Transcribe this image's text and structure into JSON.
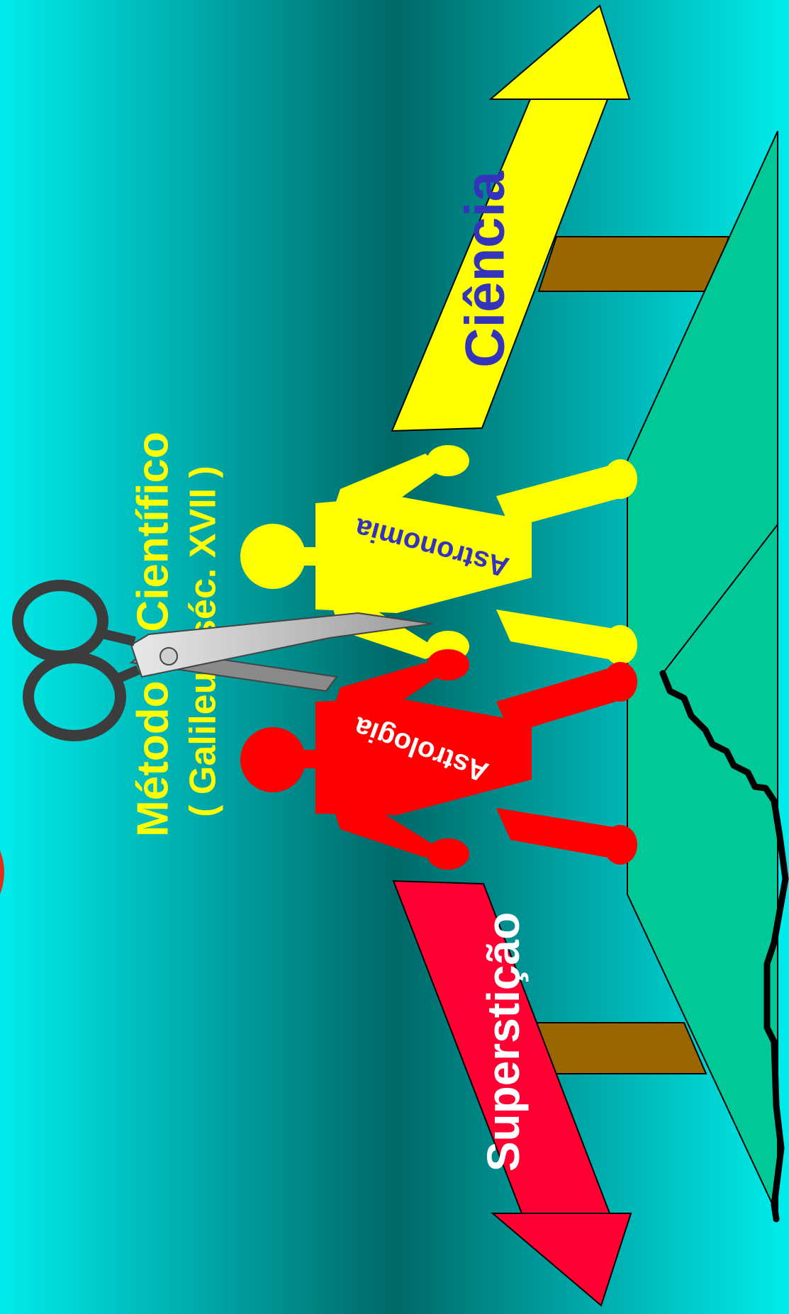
{
  "colors": {
    "background_edge": "#00ECEC",
    "background_center": "#006868",
    "science_arrow": "#FFFF00",
    "superstition_arrow": "#FF0033",
    "platform": "#00C896",
    "posts": "#996600",
    "astronomy_figure": "#FFFF00",
    "astrology_figure": "#FF0000",
    "label_text_blue": "#3333BB",
    "label_text_white": "#FFFFFF",
    "method_text": "#FFFF00"
  },
  "arrows": {
    "science": {
      "label": "Ciência"
    },
    "superstition": {
      "label": "Superstição"
    }
  },
  "figures": {
    "astronomy": {
      "label": "Astronomia"
    },
    "astrology": {
      "label": "Astrologia"
    }
  },
  "method": {
    "line1": "Método    Científico",
    "line2": "( Galileu ~séc. XVII )"
  },
  "icons": {
    "scissors": "scissors-icon",
    "fracture": "crack-line"
  }
}
